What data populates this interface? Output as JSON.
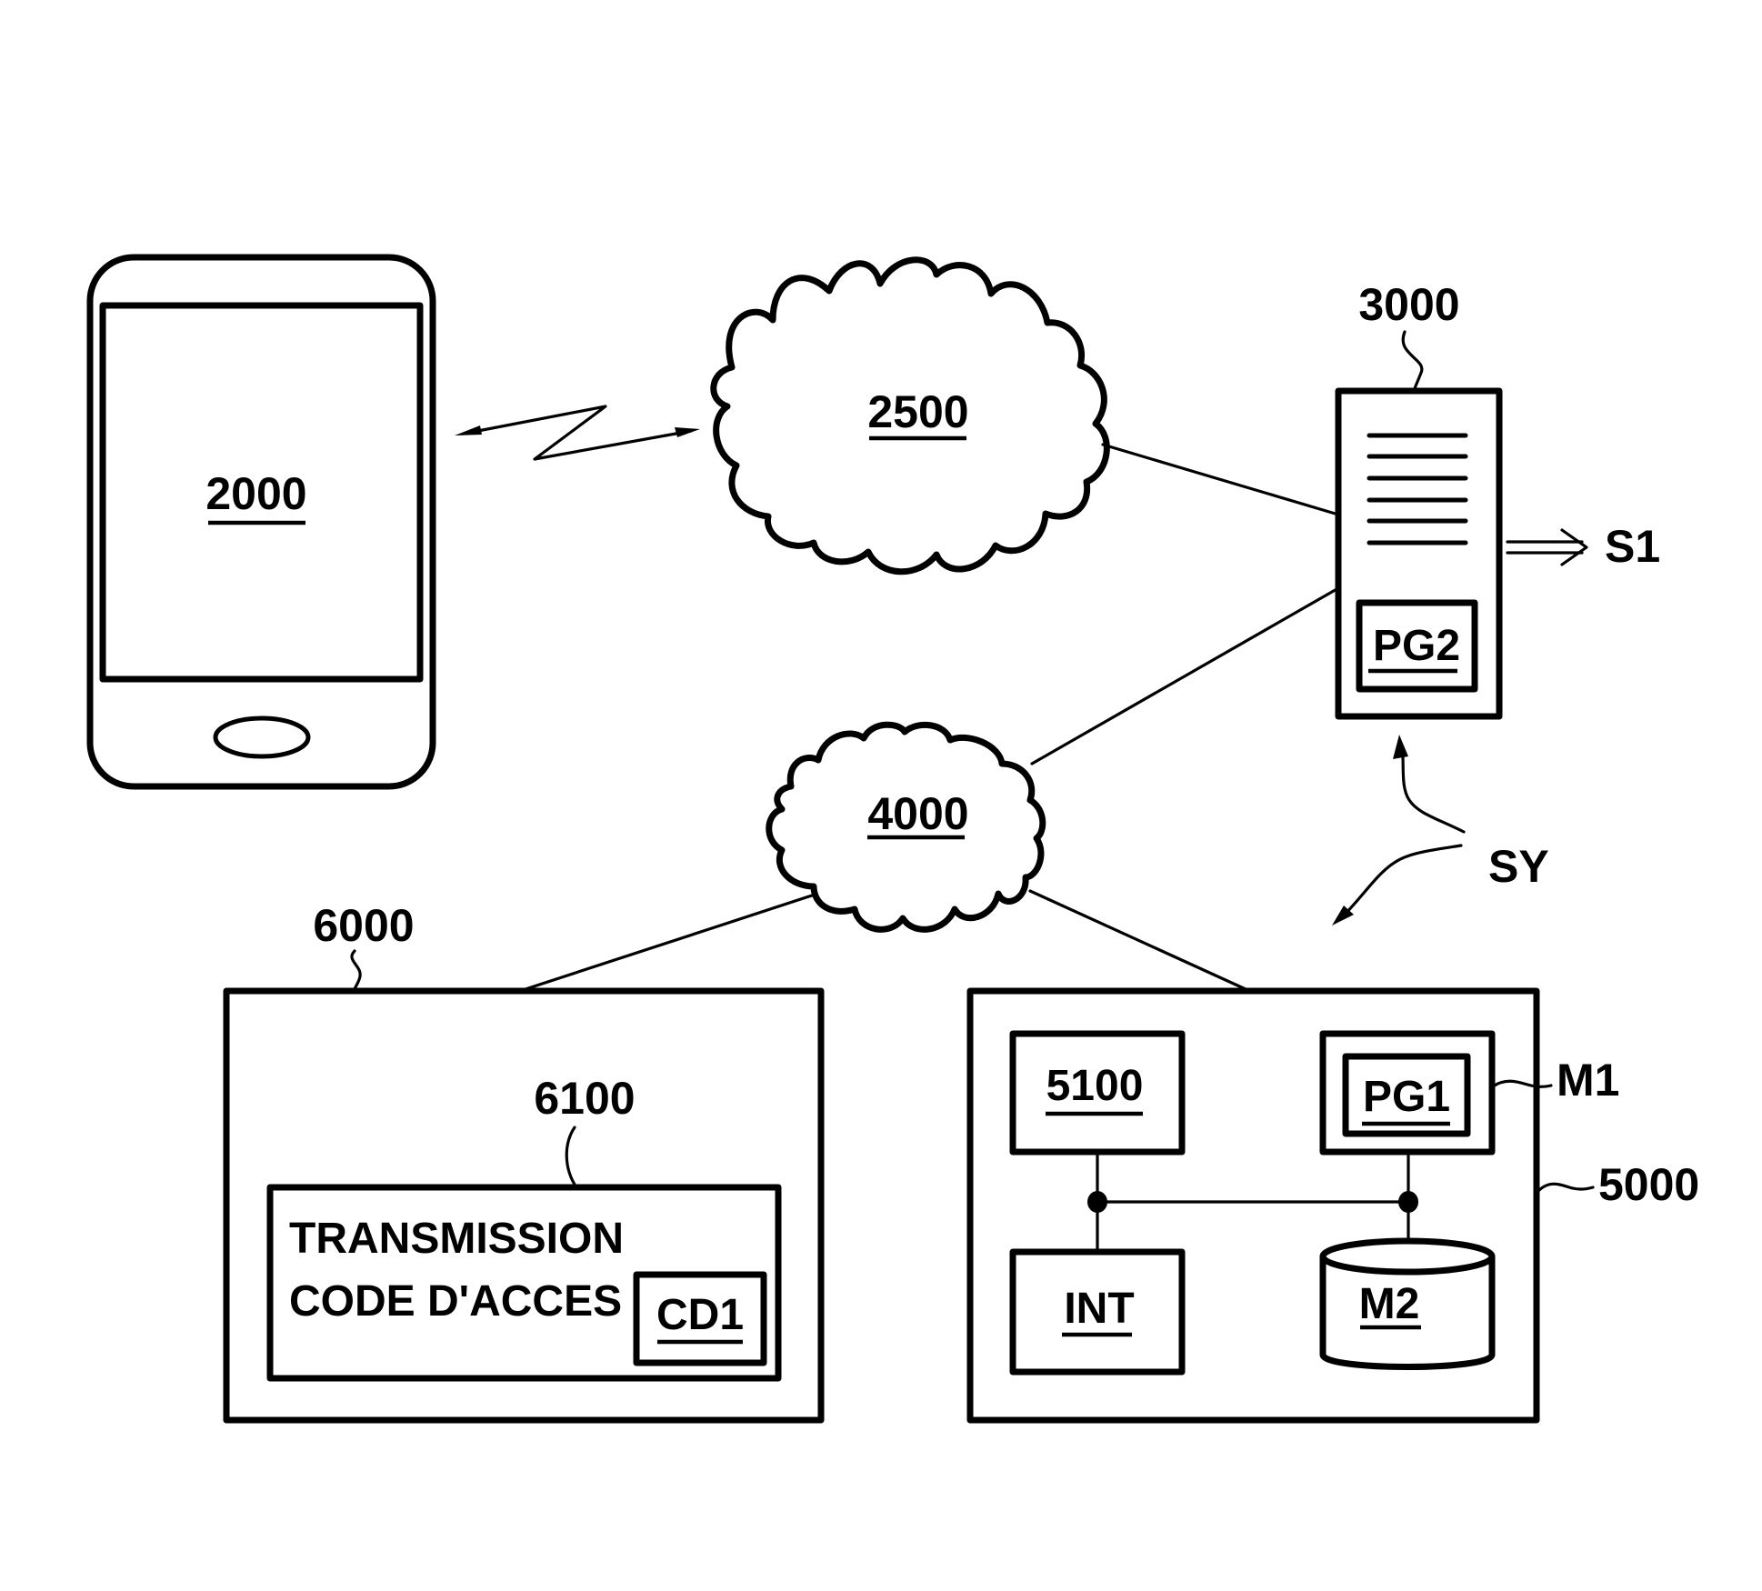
{
  "figure": {
    "devices": {
      "mobile_terminal": {
        "ref": "2000"
      },
      "network_primary": {
        "ref": "2500"
      },
      "server": {
        "ref": "3000",
        "program": "PG2",
        "output": "S1"
      },
      "network_secondary": {
        "ref": "4000"
      },
      "remote_entity": {
        "ref": "6000",
        "module_ref": "6100",
        "module_text_line1": "TRANSMISSION",
        "module_text_line2": "CODE D'ACCES",
        "code": "CD1"
      },
      "equipment": {
        "ref": "5000",
        "processor": "5100",
        "memory1_ref": "M1",
        "program": "PG1",
        "interface": "INT",
        "memory2": "M2"
      }
    },
    "system_label": "SY"
  }
}
